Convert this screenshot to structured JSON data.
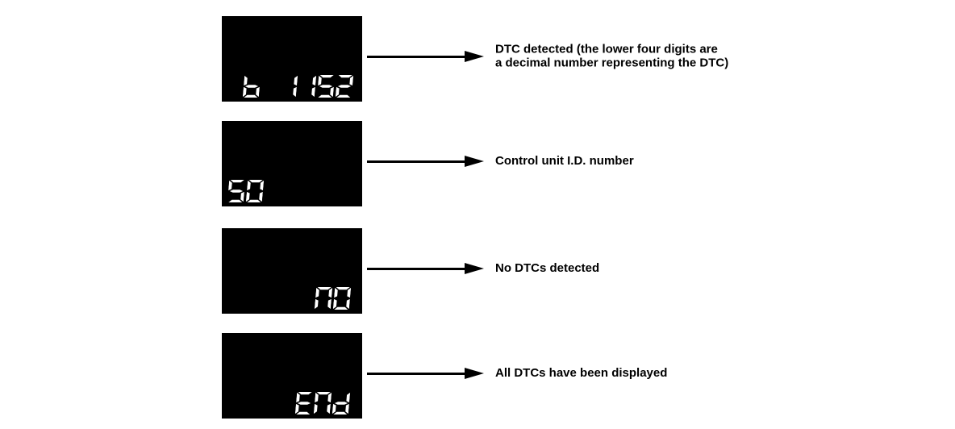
{
  "page": {
    "background_color": "#ffffff",
    "text_color": "#000000"
  },
  "display_panel": {
    "bg_color": "#000000",
    "digit_color": "#ffffff"
  },
  "arrow_color": "#000000",
  "rows": [
    {
      "name": "dtc-detected",
      "display": "b 1152",
      "label_lines": [
        "DTC detected (the lower four digits are",
        "a decimal number representing the DTC)"
      ]
    },
    {
      "name": "control-unit-id",
      "display": "50",
      "label_lines": [
        "Control unit I.D. number"
      ]
    },
    {
      "name": "no-dtcs",
      "display": "no",
      "label_lines": [
        "No DTCs detected"
      ]
    },
    {
      "name": "all-dtcs-displayed",
      "display": "End",
      "label_lines": [
        "All DTCs have been displayed"
      ]
    }
  ]
}
